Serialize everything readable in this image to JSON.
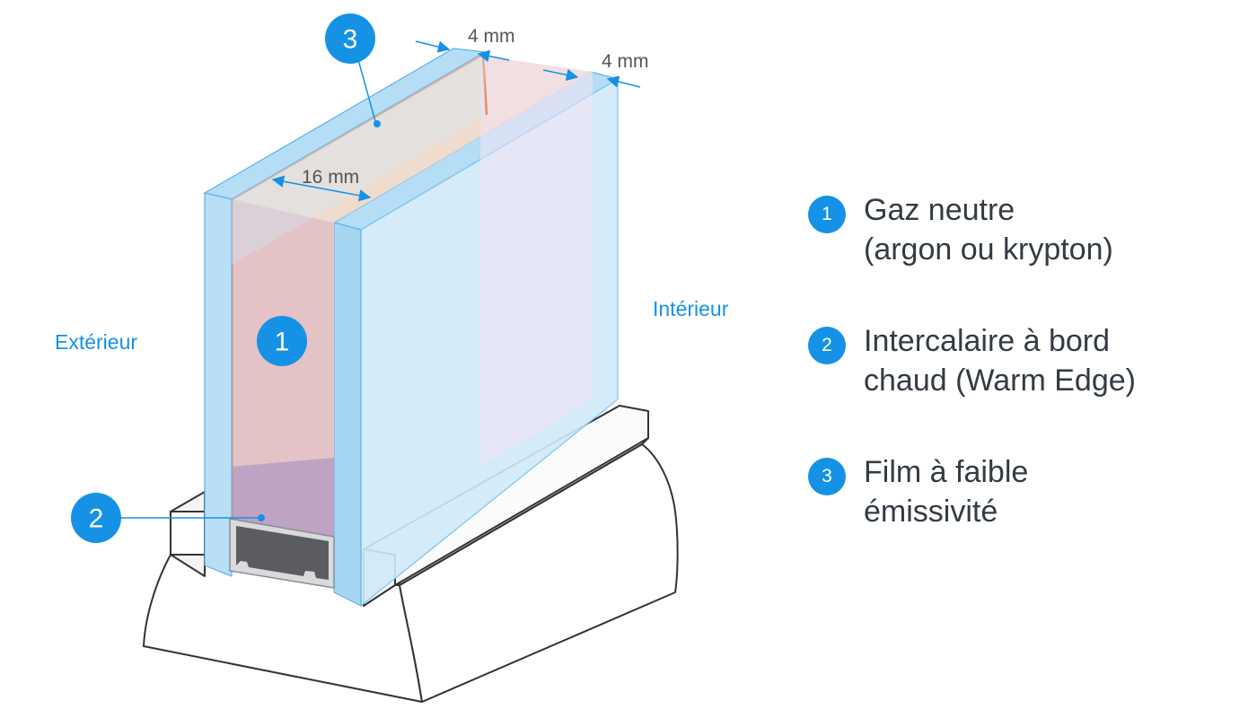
{
  "colors": {
    "accent": "#1592e6",
    "glass_fill": "#cfe9fa",
    "glass_edge": "#7cc4f0",
    "gas_fill": "#e9c6c6",
    "low_e_film": "#f08a5d",
    "spacer": "#5a5c60",
    "frame_stroke": "#333333"
  },
  "diagram": {
    "dimensions": {
      "outer_glass": "4 mm",
      "inner_glass": "4 mm",
      "gap": "16 mm"
    },
    "sides": {
      "exterior": "Extérieur",
      "interior": "Intérieur"
    },
    "callouts": {
      "gas": "1",
      "spacer": "2",
      "film": "3"
    }
  },
  "legend": [
    {
      "number": "1",
      "line1": "Gaz neutre",
      "line2": "(argon ou krypton)"
    },
    {
      "number": "2",
      "line1": "Intercalaire à bord",
      "line2": "chaud (Warm Edge)"
    },
    {
      "number": "3",
      "line1": "Film à faible",
      "line2": "émissivité"
    }
  ]
}
